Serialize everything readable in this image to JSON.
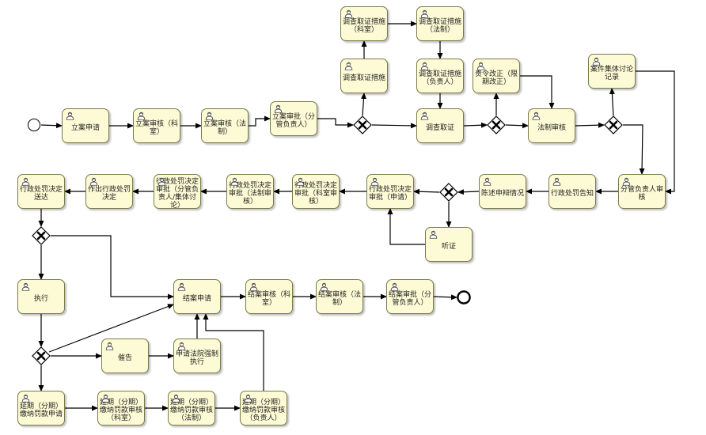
{
  "diagram": {
    "colors": {
      "task_fill": "#fdfbd5",
      "task_border": "#7a7a4a",
      "line": "#000000"
    },
    "tasks": [
      {
        "id": "t1",
        "label": "立案申请"
      },
      {
        "id": "t2",
        "label": "立案审核（科室）"
      },
      {
        "id": "t3",
        "label": "立案审核（法制）"
      },
      {
        "id": "t4",
        "label": "立案审批（分管负责人）"
      },
      {
        "id": "t5",
        "label": "调查取证措施"
      },
      {
        "id": "t6",
        "label": "调查取证措施（科室）"
      },
      {
        "id": "t7",
        "label": "调查取证措施（法制）"
      },
      {
        "id": "t8",
        "label": "调查取证措施（负责人）"
      },
      {
        "id": "t9",
        "label": "调查取证"
      },
      {
        "id": "t10",
        "label": "责令改正（限期改正）"
      },
      {
        "id": "t11",
        "label": "法制审核"
      },
      {
        "id": "t12",
        "label": "案件集体讨论记录"
      },
      {
        "id": "t13",
        "label": "分管负责人审核"
      },
      {
        "id": "t14",
        "label": "行政处罚告知"
      },
      {
        "id": "t15",
        "label": "陈述申辩情况"
      },
      {
        "id": "t16",
        "label": "行政处罚决定审批（申请）"
      },
      {
        "id": "t17",
        "label": "听证"
      },
      {
        "id": "t18",
        "label": "行政处罚决定审批（科室审核）"
      },
      {
        "id": "t19",
        "label": "行政处罚决定审批（法制审核）"
      },
      {
        "id": "t20",
        "label": "行政处罚决定审批（分管负责人/集体讨论）"
      },
      {
        "id": "t21",
        "label": "作出行政处罚决定"
      },
      {
        "id": "t22",
        "label": "行政处罚决定送达"
      },
      {
        "id": "t23",
        "label": "执行"
      },
      {
        "id": "t24",
        "label": "结案申请"
      },
      {
        "id": "t25",
        "label": "结案审核（科室）"
      },
      {
        "id": "t26",
        "label": "结案审核（法制）"
      },
      {
        "id": "t27",
        "label": "结案审批（分管负责人）"
      },
      {
        "id": "t28",
        "label": "催告"
      },
      {
        "id": "t29",
        "label": "申请法院强制执行"
      },
      {
        "id": "t30",
        "label": "延期（分期）缴纳罚款申请"
      },
      {
        "id": "t31",
        "label": "延期（分期）缴纳罚款审核（科室）"
      },
      {
        "id": "t32",
        "label": "延期（分期）缴纳罚款审核（法制）"
      },
      {
        "id": "t33",
        "label": "延期（分期）缴纳罚款审核（负责人）"
      }
    ],
    "gateways": [
      {
        "id": "g1",
        "symbol": "X"
      },
      {
        "id": "g2",
        "symbol": "X"
      },
      {
        "id": "g3",
        "symbol": "X"
      },
      {
        "id": "g4",
        "symbol": "X"
      },
      {
        "id": "g5",
        "symbol": "X"
      },
      {
        "id": "g6",
        "symbol": "X"
      }
    ],
    "events": [
      {
        "id": "start",
        "type": "start"
      },
      {
        "id": "end",
        "type": "end"
      }
    ]
  }
}
